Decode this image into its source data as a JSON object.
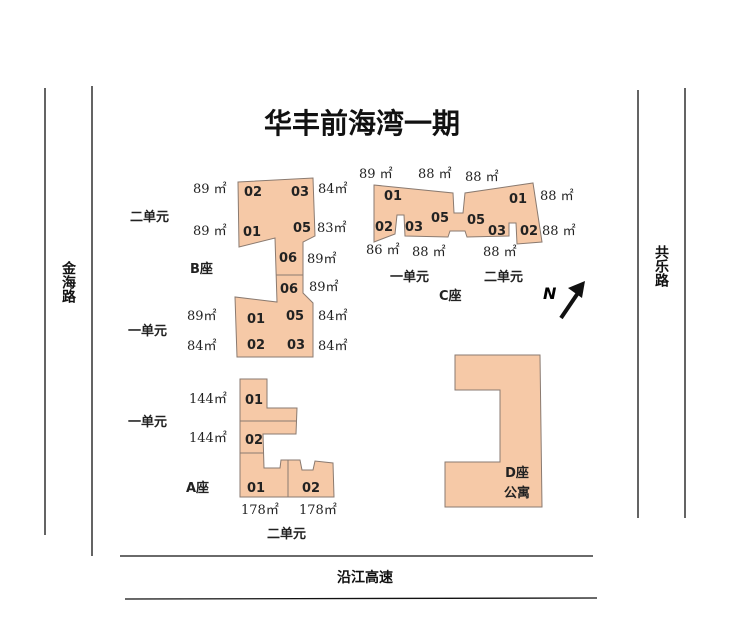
{
  "title": "华丰前海湾一期",
  "roads": {
    "left": "金海路",
    "right": "共乐路",
    "bottom": "沿江高速"
  },
  "compass": "N",
  "fill_color": "#f6c9a7",
  "B": {
    "name": "B座",
    "unit2": "二单元",
    "unit1": "一单元",
    "u2_02": "02",
    "u2_03": "03",
    "u2_01": "01",
    "u2_05": "05",
    "u2_06": "06",
    "a2_02": "89 ㎡",
    "a2_03": "84㎡",
    "a2_01": "89 ㎡",
    "a2_05": "83㎡",
    "a2_06": "89㎡",
    "u1_06": "06",
    "u1_01": "01",
    "u1_05": "05",
    "u1_02": "02",
    "u1_03": "03",
    "a1_06": "89㎡",
    "a1_01": "89㎡",
    "a1_05": "84㎡",
    "a1_02": "84㎡",
    "a1_03": "84㎡"
  },
  "C": {
    "name": "C座",
    "unit1": "一单元",
    "unit2": "二单元",
    "u1_01": "01",
    "u1_02": "02",
    "u1_03": "03",
    "u1_05": "05",
    "a1_01": "89 ㎡",
    "a1_05": "88 ㎡",
    "a1_02": "86 ㎡",
    "a1_03": "88 ㎡",
    "u2_05": "05",
    "u2_01": "01",
    "u2_03": "03",
    "u2_02": "02",
    "a2_05": "88 ㎡",
    "a2_01": "88 ㎡",
    "a2_02": "88 ㎡",
    "a2_03": "88 ㎡"
  },
  "A": {
    "name": "A座",
    "unit1": "一单元",
    "unit2": "二单元",
    "u1_01": "01",
    "u1_02": "02",
    "u2_01": "01",
    "u2_02": "02",
    "a1_01": "144㎡",
    "a1_02": "144㎡",
    "a2_01": "178㎡",
    "a2_02": "178㎡"
  },
  "D": {
    "name": "D座",
    "sub": "公寓"
  }
}
